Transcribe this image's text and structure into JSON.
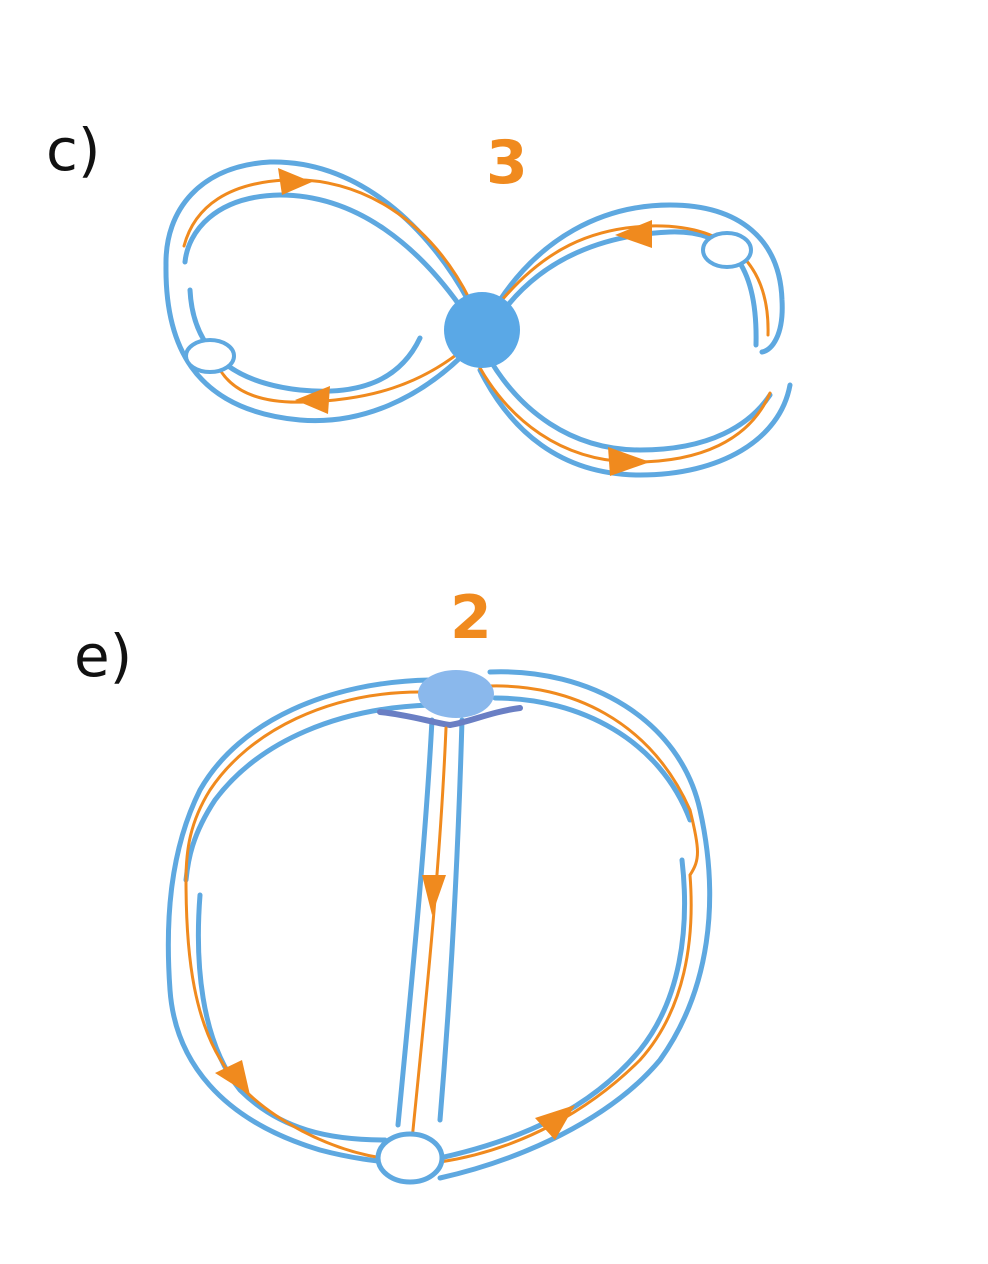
{
  "panels": [
    {
      "id": "c",
      "label": "c)",
      "number": "3"
    },
    {
      "id": "e",
      "label": "e)",
      "number": "2"
    }
  ],
  "colors": {
    "tube": "#5ea8e0",
    "vertex_filled": "#5aa8e6",
    "vertex_filled_e": "#8ab8ec",
    "arrow": "#f08a1e",
    "number": "#f08a1e",
    "label": "#111111"
  }
}
